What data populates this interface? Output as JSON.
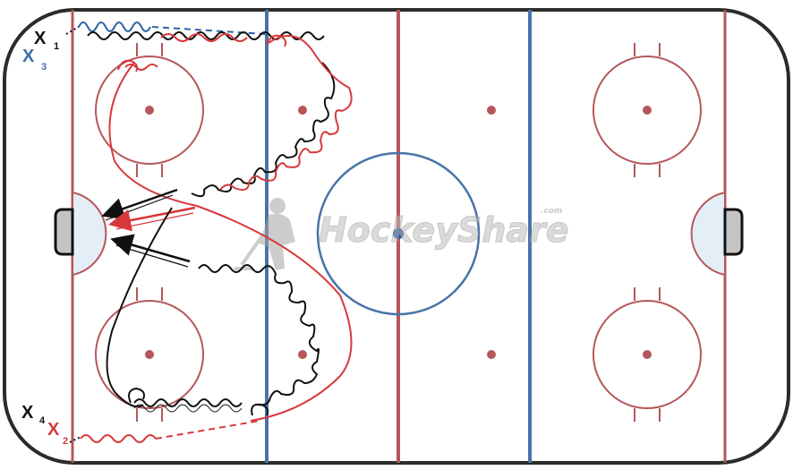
{
  "diagram": {
    "type": "hockey-drill",
    "rink": {
      "board_color": "#2b2b2b",
      "ice_color": "#ffffff",
      "red_line_color": "#b5575a",
      "blue_line_color": "#4a74a8",
      "crease_color": "#e3eef6",
      "net_color": "#c4c4c4"
    },
    "players": [
      {
        "number": "1",
        "marker": "X",
        "color": "#111111"
      },
      {
        "number": "3",
        "marker": "X",
        "color": "#3a6fa8"
      },
      {
        "number": "4",
        "marker": "X",
        "color": "#111111"
      },
      {
        "number": "2",
        "marker": "X",
        "color": "#d23a3a"
      }
    ],
    "path_colors": {
      "black": "#111111",
      "red": "#d9383a",
      "blue": "#2e63a8"
    },
    "watermark": {
      "text": "HockeyShare",
      "suffix": ".com",
      "color": "#bdbdbd"
    }
  }
}
